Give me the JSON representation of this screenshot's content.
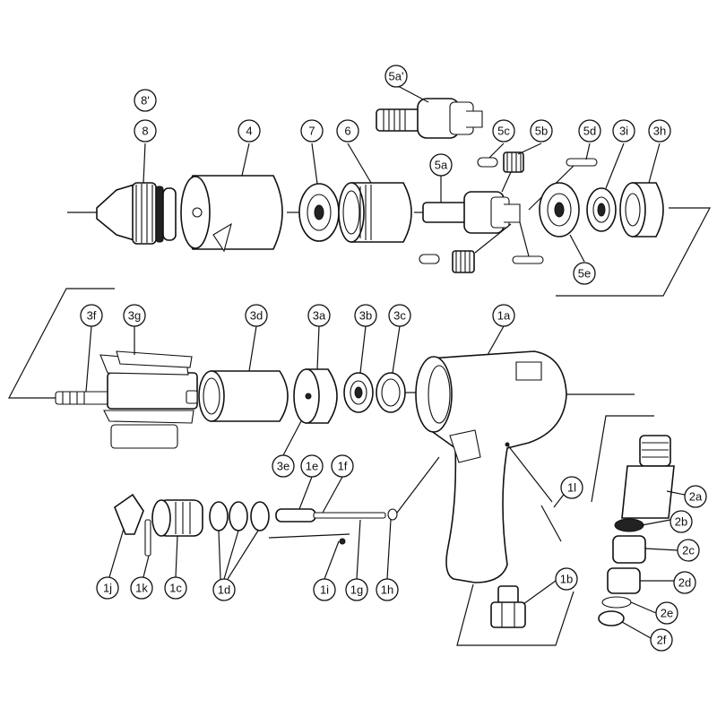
{
  "callouts": [
    {
      "id": "c5a2",
      "label": "5a'"
    },
    {
      "id": "c8p",
      "label": "8'"
    },
    {
      "id": "c8",
      "label": "8"
    },
    {
      "id": "c4",
      "label": "4"
    },
    {
      "id": "c7",
      "label": "7"
    },
    {
      "id": "c6",
      "label": "6"
    },
    {
      "id": "c5c",
      "label": "5c"
    },
    {
      "id": "c5b",
      "label": "5b"
    },
    {
      "id": "c5d",
      "label": "5d"
    },
    {
      "id": "c3i",
      "label": "3i"
    },
    {
      "id": "c3h",
      "label": "3h"
    },
    {
      "id": "c5a",
      "label": "5a"
    },
    {
      "id": "c5e",
      "label": "5e"
    },
    {
      "id": "c3f",
      "label": "3f"
    },
    {
      "id": "c3g",
      "label": "3g"
    },
    {
      "id": "c3d",
      "label": "3d"
    },
    {
      "id": "c3a",
      "label": "3a"
    },
    {
      "id": "c3b",
      "label": "3b"
    },
    {
      "id": "c3c",
      "label": "3c"
    },
    {
      "id": "c1a",
      "label": "1a"
    },
    {
      "id": "c3e",
      "label": "3e"
    },
    {
      "id": "c1e",
      "label": "1e"
    },
    {
      "id": "c1f",
      "label": "1f"
    },
    {
      "id": "c1l",
      "label": "1l"
    },
    {
      "id": "c2a",
      "label": "2a"
    },
    {
      "id": "c2b",
      "label": "2b"
    },
    {
      "id": "c2c",
      "label": "2c"
    },
    {
      "id": "c2d",
      "label": "2d"
    },
    {
      "id": "c2e",
      "label": "2e"
    },
    {
      "id": "c2f",
      "label": "2f"
    },
    {
      "id": "c1j",
      "label": "1j"
    },
    {
      "id": "c1k",
      "label": "1k"
    },
    {
      "id": "c1c",
      "label": "1c"
    },
    {
      "id": "c1d",
      "label": "1d"
    },
    {
      "id": "c1i",
      "label": "1i"
    },
    {
      "id": "c1g",
      "label": "1g"
    },
    {
      "id": "c1h",
      "label": "1h"
    },
    {
      "id": "c1b",
      "label": "1b"
    }
  ]
}
